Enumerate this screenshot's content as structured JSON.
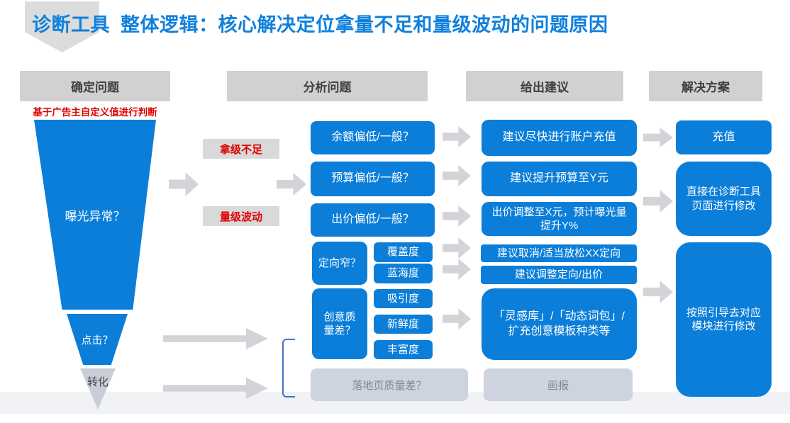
{
  "title": {
    "badge": "诊断工具",
    "text": "整体逻辑：核心解决定位拿量不足和量级波动的问题原因"
  },
  "column_headers": [
    "确定问题",
    "分析问题",
    "给出建议",
    "解决方案"
  ],
  "funnel": {
    "note": "基于广告主自定义值进行判断",
    "stages": [
      {
        "label": "曝光异常？"
      },
      {
        "label": "点击？"
      },
      {
        "label": "转化"
      }
    ]
  },
  "cause_labels": [
    {
      "label": "拿级不足"
    },
    {
      "label": "量级波动"
    }
  ],
  "analysis": {
    "metric_questions": [
      "余额偏低/一般？",
      "预算偏低/一般？",
      "出价偏低/一般？"
    ],
    "targeting_question": "定向窄？",
    "targeting_factors": [
      "覆盖度",
      "蓝海度"
    ],
    "creative_question": "创意质量差？",
    "creative_factors": [
      "吸引度",
      "新鲜度",
      "丰富度"
    ],
    "landing_question": "落地页质量差？"
  },
  "suggestions": {
    "items": [
      "建议尽快进行账户充值",
      "建议提升预算至Y元",
      "出价调整至X元，预计曝光量提升Y%",
      "建议取消/适当放松XX定向",
      "建议调整定向/出价",
      "「灵感库」/「动态词包」/扩充创意模板种类等"
    ],
    "landing_suggestion": "画报"
  },
  "solutions": [
    "充值",
    "直接在诊断工具页面进行修改",
    "按照引导去对应模块进行修改"
  ],
  "colors": {
    "primary_blue": "#0b7ed9",
    "title_blue": "#1080dd",
    "header_gray": "#d1d1d1",
    "arrow_gray": "#d3d4d8",
    "red": "#e00000",
    "muted_box_bg": "#cdd4df",
    "muted_box_text": "#7d8797"
  }
}
